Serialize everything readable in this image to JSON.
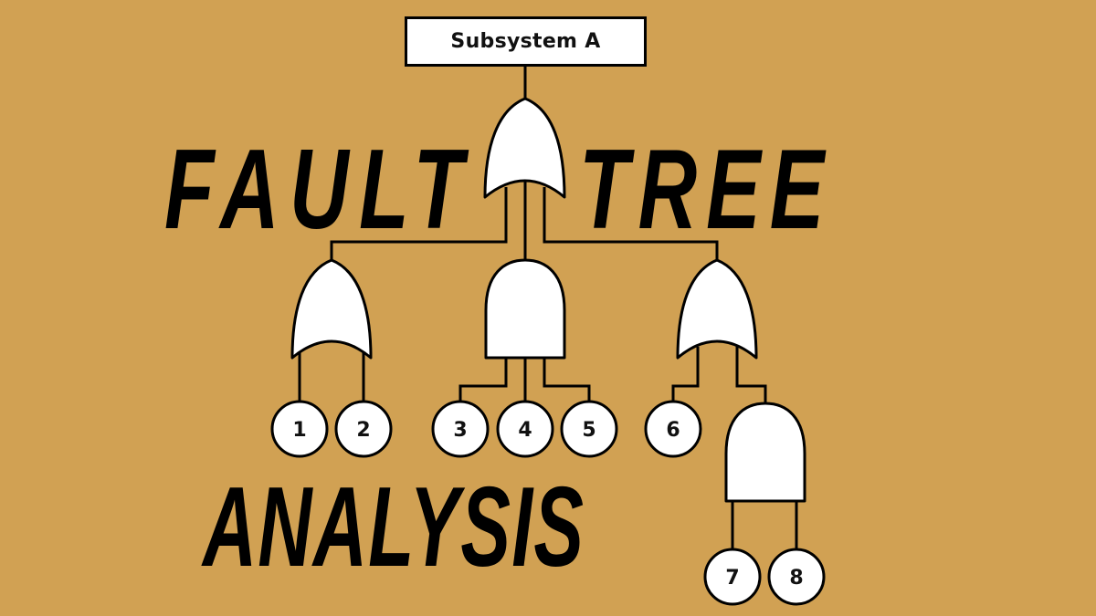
{
  "diagram": {
    "type": "fault-tree",
    "background_color": "#D1A153",
    "top_event": {
      "label": "Subsystem A"
    },
    "title_words": {
      "word1": "FAULT",
      "word2": "TREE",
      "word3": "ANALYSIS"
    },
    "gates": [
      {
        "id": "g-top",
        "type": "OR",
        "parent": "top_event",
        "children": [
          "g-left",
          "g-mid",
          "g-right"
        ]
      },
      {
        "id": "g-left",
        "type": "OR",
        "parent": "g-top",
        "children": [
          "e1",
          "e2"
        ]
      },
      {
        "id": "g-mid",
        "type": "AND",
        "parent": "g-top",
        "children": [
          "e3",
          "e4",
          "e5"
        ]
      },
      {
        "id": "g-right",
        "type": "OR",
        "parent": "g-top",
        "children": [
          "e6",
          "g-sub"
        ]
      },
      {
        "id": "g-sub",
        "type": "AND",
        "parent": "g-right",
        "children": [
          "e7",
          "e8"
        ]
      }
    ],
    "basic_events": [
      {
        "id": "e1",
        "label": "1"
      },
      {
        "id": "e2",
        "label": "2"
      },
      {
        "id": "e3",
        "label": "3"
      },
      {
        "id": "e4",
        "label": "4"
      },
      {
        "id": "e5",
        "label": "5"
      },
      {
        "id": "e6",
        "label": "6"
      },
      {
        "id": "e7",
        "label": "7"
      },
      {
        "id": "e8",
        "label": "8"
      }
    ]
  }
}
